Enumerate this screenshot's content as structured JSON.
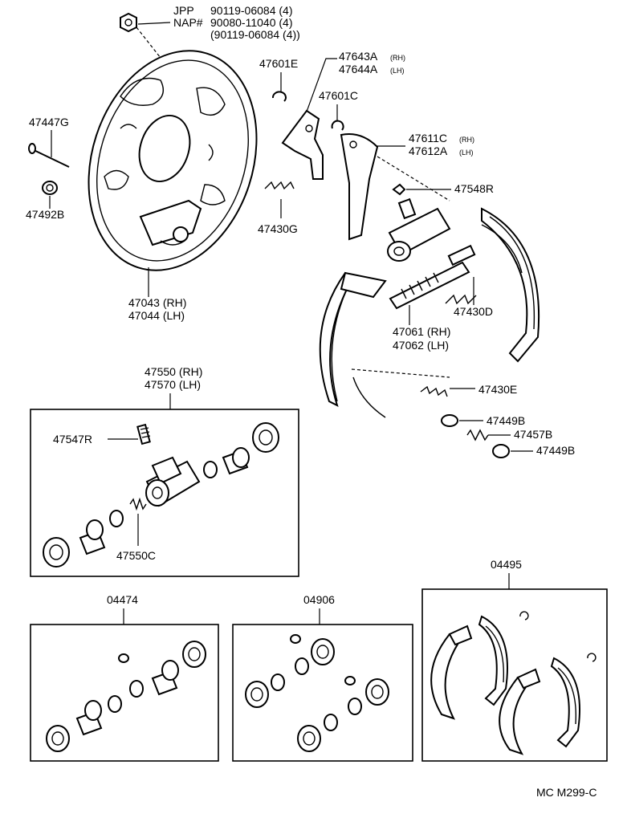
{
  "figure_code": "MC M299-C",
  "fastener": {
    "line1_prefix": "JPP",
    "line1_value": "90119-06084 (4)",
    "line2_prefix": "NAP#",
    "line2_value": "90080-11040 (4)",
    "line3_value": "(90119-06084 (4))"
  },
  "parts": {
    "p47447G": "47447G",
    "p47492B": "47492B",
    "backing_plate_rh": "47043 (RH)",
    "backing_plate_lh": "47044 (LH)",
    "p47601E": "47601E",
    "p47643A": "47643A",
    "p47643A_side": "(RH)",
    "p47644A": "47644A",
    "p47644A_side": "(LH)",
    "p47601C": "47601C",
    "p47611C": "47611C",
    "p47611C_side": "(RH)",
    "p47612A": "47612A",
    "p47612A_side": "(LH)",
    "p47548R": "47548R",
    "p47430G": "47430G",
    "p47430D": "47430D",
    "adjuster_rh": "47061 (RH)",
    "adjuster_lh": "47062 (LH)",
    "p47430E": "47430E",
    "p47449B_a": "47449B",
    "p47457B": "47457B",
    "p47449B_b": "47449B",
    "wheel_cyl_rh": "47550 (RH)",
    "wheel_cyl_lh": "47570 (LH)",
    "p47547R": "47547R",
    "p47550C": "47550C",
    "kit_04474": "04474",
    "kit_04906": "04906",
    "kit_04495": "04495"
  }
}
